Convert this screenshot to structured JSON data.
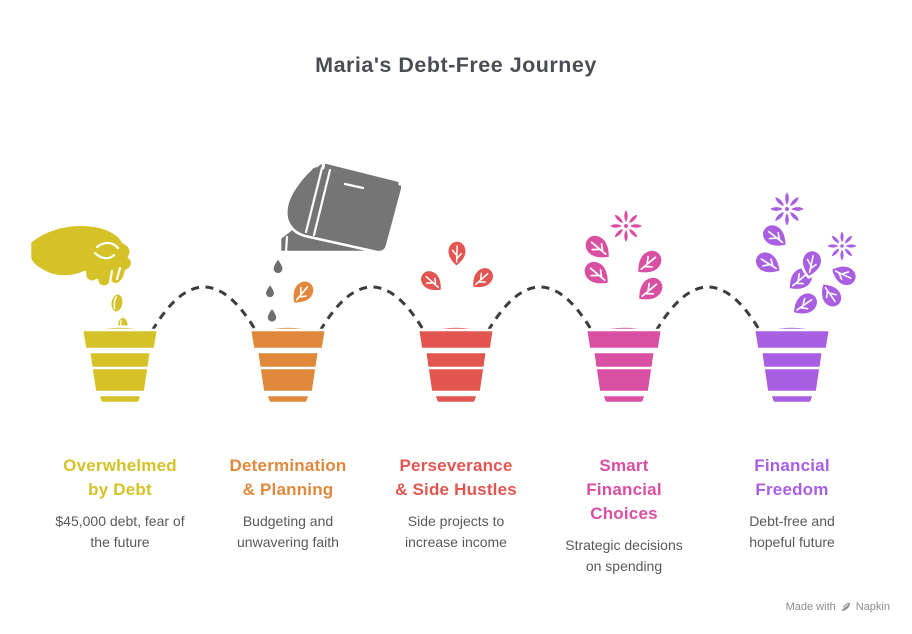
{
  "title": "Maria's Debt-Free Journey",
  "colors": {
    "title": "#4a4d53",
    "description": "#595959",
    "dashed_line": "#3c3c3c",
    "watering_can": "#757575",
    "water_drop": "#6e6e6e",
    "outline": "#ffffff",
    "background": "#ffffff",
    "footer": "#8c8c8c"
  },
  "stages": [
    {
      "name": "Overwhelmed\nby Debt",
      "description": "$45,000 debt, fear of\nthe future",
      "color": "#d4c228",
      "icon": "hand-planting-seed-pot"
    },
    {
      "name": "Determination\n& Planning",
      "description": "Budgeting and\nunwavering faith",
      "color": "#e0883c",
      "icon": "watering-can-sprout-pot"
    },
    {
      "name": "Perseverance\n& Side Hustles",
      "description": "Side projects to\nincrease income",
      "color": "#e25551",
      "icon": "young-plant-pot"
    },
    {
      "name": "Smart\nFinancial\nChoices",
      "description": "Strategic decisions\non spending",
      "color": "#d94fa2",
      "icon": "flowering-plant-pot"
    },
    {
      "name": "Financial\nFreedom",
      "description": "Debt-free and\nhopeful future",
      "color": "#a95fe2",
      "icon": "blooming-flowers-pot"
    }
  ],
  "footer": {
    "made_with": "Made with",
    "brand": "Napkin"
  }
}
